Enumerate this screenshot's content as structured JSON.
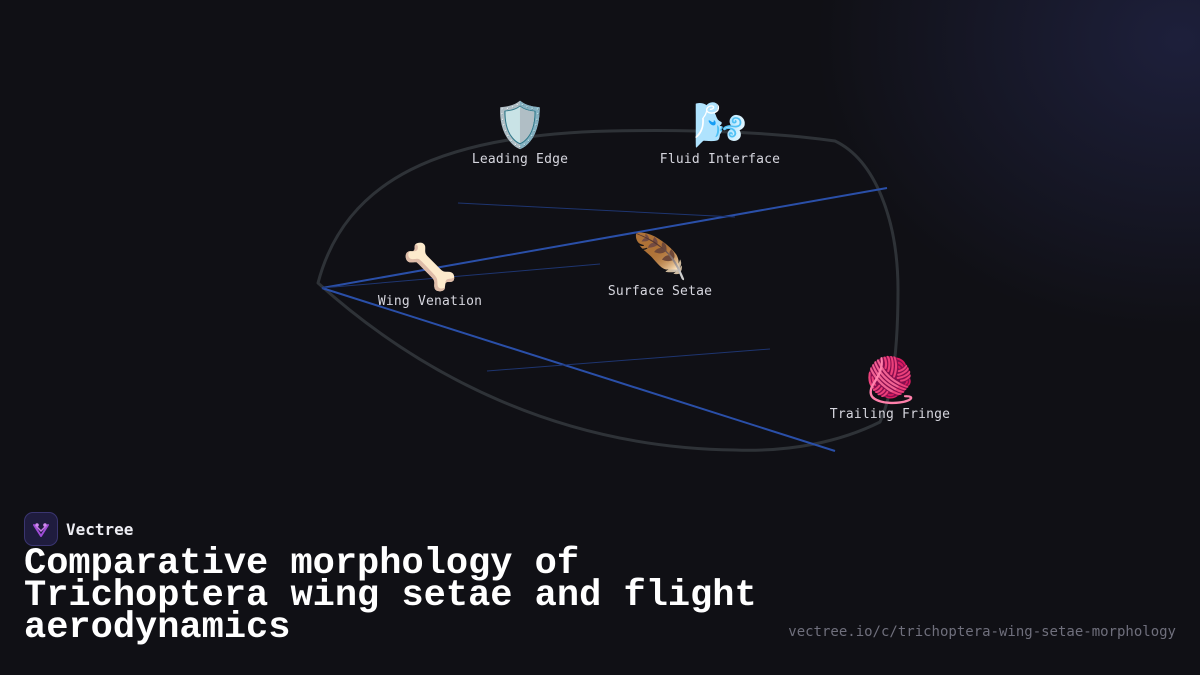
{
  "brand": {
    "name": "Vectree",
    "logo_icon": "vectree-logo-icon",
    "accent": "#a04cd8"
  },
  "title": "Comparative morphology of Trichoptera wing setae and flight aerodynamics",
  "url": "vectree.io/c/trichoptera-wing-setae-morphology",
  "nodes": [
    {
      "id": "leading-edge",
      "icon": "🛡️",
      "icon_name": "shield-icon",
      "label": "Leading Edge"
    },
    {
      "id": "fluid-interface",
      "icon": "🌬️",
      "icon_name": "wind-face-icon",
      "label": "Fluid Interface"
    },
    {
      "id": "wing-venation",
      "icon": "🦴",
      "icon_name": "bone-icon",
      "label": "Wing Venation"
    },
    {
      "id": "surface-setae",
      "icon": "🪶",
      "icon_name": "feather-icon",
      "label": "Surface Setae"
    },
    {
      "id": "trailing-fringe",
      "icon": "🧶",
      "icon_name": "yarn-icon",
      "label": "Trailing Fringe"
    }
  ],
  "colors": {
    "background": "#101015",
    "wing_outline": "#2e3237",
    "vein_primary": "#2a4fa8",
    "vein_secondary": "#1e3570",
    "label": "#d6d6de",
    "url": "#6f6f7c"
  }
}
